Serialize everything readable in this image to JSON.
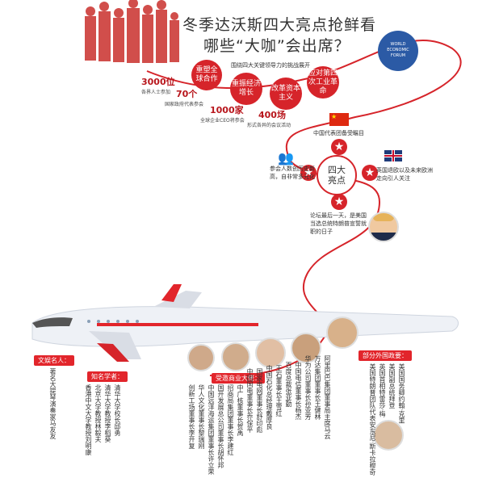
{
  "title": {
    "line1": "冬季达沃斯四大亮点抢鲜看",
    "line2": "哪些“大咖”会出席？"
  },
  "wef_logo": {
    "line1": "WORLD",
    "line2": "ECONOMIC",
    "line3": "FORUM"
  },
  "theme_intro": "围绕四大关键领导力的挑战展开",
  "bubbles": [
    {
      "text": "重塑全球合作"
    },
    {
      "text": "重振经济增长"
    },
    {
      "text": "改革资本主义"
    },
    {
      "text": "应对第四次工业革命"
    }
  ],
  "stats": [
    {
      "num": "3000位",
      "desc": "各界人士参加"
    },
    {
      "num": "70个",
      "desc": "国家政府代表参会"
    },
    {
      "num": "1000家",
      "desc": "全球企业CEO将参会"
    },
    {
      "num": "400场",
      "desc": "形式各异的会议活动"
    }
  ],
  "center_label": "四大亮点",
  "highlights": [
    {
      "text": "中国代表团备受瞩目"
    },
    {
      "text": "英国退欧以及未来欧洲走向引人关注"
    },
    {
      "text": "论坛最后一天，是美国当选总统特朗普宣誓就职的日子"
    },
    {
      "text": "参会人数创历史新高，自非常多元化"
    }
  ],
  "colors": {
    "accent": "#d6242a",
    "accent_dark": "#b8161c",
    "plane": "#eef1f6",
    "wing": "#d9dde5"
  },
  "groups": {
    "culture": {
      "tag": "文娱名人：",
      "cols": [
        "著名大提琴演奏家马友友"
      ]
    },
    "scholars": {
      "tag": "知名学者：",
      "cols": [
        "清华大学校长邱勇",
        "清华大学教授李稻葵",
        "北京大学教授林毅夫",
        "香港中文大学教授刘明康"
      ]
    },
    "business": {
      "tag": "受邀商业大佬：",
      "cols": [
        "阿里巴巴集团董事局主席马云",
        "万达集团董事长王健林",
        "华为公司董事长孙亚芳",
        "中国电信董事长杨杰",
        "百度总裁张亚勤",
        "王石董事长王雪红",
        "中国石化总经理戴厚良",
        "国家电网董事长舒印彪",
        "中国国电董事长乔保平",
        "中广核董事长贺禹",
        "招商局集团董事长李建红",
        "国开发展总公司董事长胡怀邦",
        "中国远洋海运集团董事长许立荣",
        "华人文化董事长黎瑞刚",
        "创新工场董事长李开复"
      ]
    },
    "foreign": {
      "tag": "部分外国政要：",
      "cols": [
        "美国国务卿约翰·克里",
        "美国副总统拜登",
        "英国首相特雷莎·梅",
        "美国特朗普团队代表安东尼·斯卡拉穆奇"
      ]
    }
  }
}
